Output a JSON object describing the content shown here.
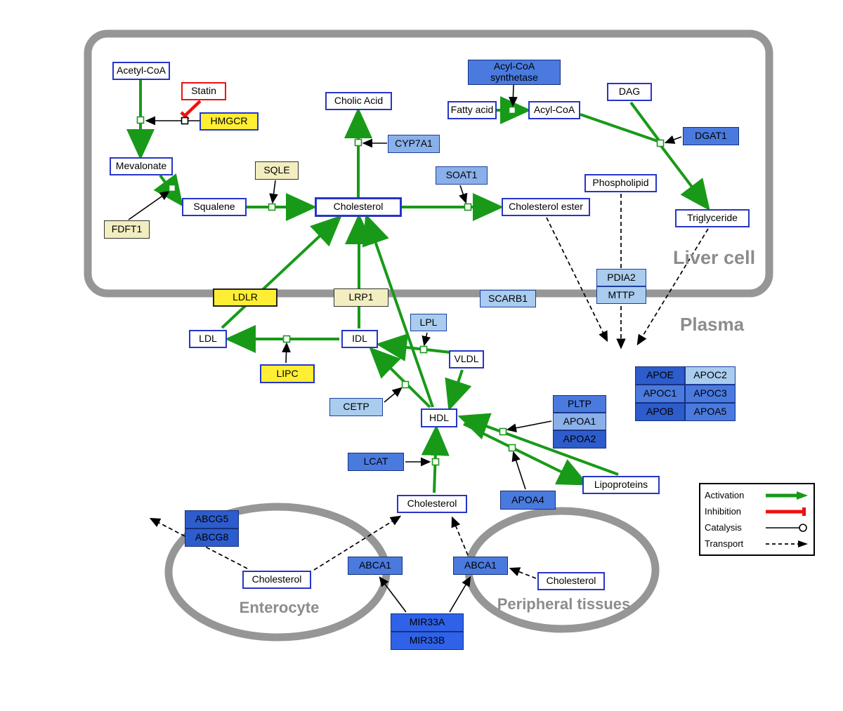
{
  "compartments": {
    "liver": "Liver cell",
    "plasma": "Plasma",
    "enterocyte": "Enterocyte",
    "peripheral": "Peripheral tissues"
  },
  "nodes": {
    "acetyl_coa": {
      "label": "Acetyl-CoA"
    },
    "statin": {
      "label": "Statin"
    },
    "hmgcr": {
      "label": "HMGCR"
    },
    "mevalonate": {
      "label": "Mevalonate"
    },
    "fdft1": {
      "label": "FDFT1"
    },
    "squalene": {
      "label": "Squalene"
    },
    "sqle": {
      "label": "SQLE"
    },
    "cholic_acid": {
      "label": "Cholic Acid"
    },
    "cyp7a1": {
      "label": "CYP7A1"
    },
    "cholesterol_liver": {
      "label": "Cholesterol"
    },
    "soat1": {
      "label": "SOAT1"
    },
    "cholesterol_ester": {
      "label": "Cholesterol ester"
    },
    "acyl_coa_synthetase": {
      "label": "Acyl-CoA synthetase"
    },
    "fatty_acid": {
      "label": "Fatty acid"
    },
    "acyl_coa": {
      "label": "Acyl-CoA"
    },
    "dag": {
      "label": "DAG"
    },
    "dgat1": {
      "label": "DGAT1"
    },
    "phospholipid": {
      "label": "Phospholipid"
    },
    "triglyceride": {
      "label": "Triglyceride"
    },
    "ldlr": {
      "label": "LDLR"
    },
    "lrp1": {
      "label": "LRP1"
    },
    "scarb1": {
      "label": "SCARB1"
    },
    "pdia2": {
      "label": "PDIA2"
    },
    "mttp": {
      "label": "MTTP"
    },
    "ldl": {
      "label": "LDL"
    },
    "idl": {
      "label": "IDL"
    },
    "lpl": {
      "label": "LPL"
    },
    "vldl": {
      "label": "VLDL"
    },
    "lipc": {
      "label": "LIPC"
    },
    "cetp": {
      "label": "CETP"
    },
    "hdl": {
      "label": "HDL"
    },
    "pltp": {
      "label": "PLTP"
    },
    "apoa1": {
      "label": "APOA1"
    },
    "apoa2": {
      "label": "APOA2"
    },
    "apoe": {
      "label": "APOE"
    },
    "apoc2": {
      "label": "APOC2"
    },
    "apoc1": {
      "label": "APOC1"
    },
    "apoc3": {
      "label": "APOC3"
    },
    "apob": {
      "label": "APOB"
    },
    "apoa5": {
      "label": "APOA5"
    },
    "lcat": {
      "label": "LCAT"
    },
    "apoa4": {
      "label": "APOA4"
    },
    "lipoproteins": {
      "label": "Lipoproteins"
    },
    "cholesterol_hdl": {
      "label": "Cholesterol"
    },
    "abcg5": {
      "label": "ABCG5"
    },
    "abcg8": {
      "label": "ABCG8"
    },
    "cholesterol_enterocyte": {
      "label": "Cholesterol"
    },
    "abca1_enterocyte": {
      "label": "ABCA1"
    },
    "abca1_peripheral": {
      "label": "ABCA1"
    },
    "cholesterol_peripheral": {
      "label": "Cholesterol"
    },
    "mir33a": {
      "label": "MIR33A"
    },
    "mir33b": {
      "label": "MIR33B"
    }
  },
  "legend": {
    "activation": "Activation",
    "inhibition": "Inhibition",
    "catalysis": "Catalysis",
    "transport": "Transport"
  },
  "colors": {
    "activation_green": "#189a18",
    "inhibition_red": "#ee1111",
    "membrane_gray": "#969696",
    "metabolite_border_blue": "#2635c8",
    "enzyme_yellow": "#ffee33",
    "enzyme_cream": "#f2eec0",
    "gene_blue_light": "#aaccee",
    "gene_blue_medium": "#4a7ade",
    "gene_blue_dark": "#2d5ccc"
  }
}
